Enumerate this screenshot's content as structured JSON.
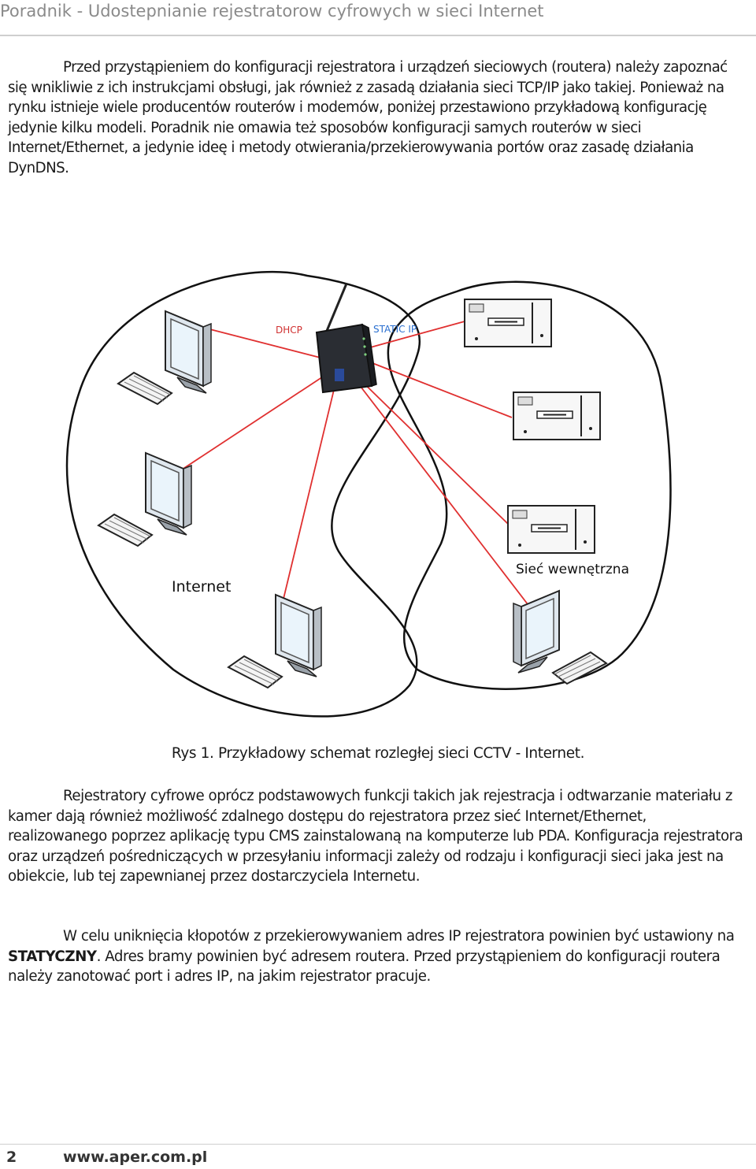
{
  "header": {
    "title": "Poradnik - Udostepnianie rejestratorow cyfrowych w sieci Internet"
  },
  "intro": {
    "text": "Przed przystąpieniem do konfiguracji rejestratora i urządzeń sieciowych (routera) należy zapoznać się wnikliwie z ich instrukcjami obsługi, jak również z zasadą działania sieci TCP/IP jako takiej. Ponieważ na rynku istnieje wiele producentów routerów i modemów, poniżej przestawiono przykładową konfigurację jedynie kilku modeli. Poradnik nie omawia też sposobów konfiguracji samych routerów w sieci Internet/Ethernet, a jedynie ideę i metody otwierania/przekierowywania portów oraz zasadę działania DynDNS."
  },
  "diagram": {
    "labels": {
      "dhcp": "DHCP",
      "static_ip": "STATIC IP",
      "internet": "Internet",
      "internal": "Sieć wewnętrzna"
    },
    "caption": "Rys 1. Przykładowy schemat rozległej sieci CCTV - Internet."
  },
  "body": {
    "p2": "Rejestratory cyfrowe oprócz podstawowych funkcji takich jak rejestracja i odtwarzanie materiału z kamer dają również możliwość zdalnego dostępu do rejestratora przez sieć Internet/Ethernet, realizowanego poprzez aplikację typu CMS zainstalowaną na komputerze lub PDA. Konfiguracja rejestratora oraz urządzeń pośredniczących w przesyłaniu informacji zależy od rodzaju i konfiguracji sieci jaka jest na obiekcie, lub tej zapewnianej przez dostarczyciela Internetu.",
    "p3_part1": "W celu uniknięcia kłopotów z przekierowywaniem adres IP rejestratora powinien być ustawiony na ",
    "p3_bold": "STATYCZNY",
    "p3_part2": ". Adres bramy powinien być adresem routera. Przed przystąpieniem do konfiguracji routera należy zanotować port i adres IP, na jakim rejestrator pracuje."
  },
  "footer": {
    "page_number": "2",
    "website": "www.aper.com.pl"
  },
  "colors": {
    "header_text": "#8a8a8a",
    "link_lines": "#e03030",
    "dhcp_label": "#d03030",
    "static_label": "#2a6fd0"
  }
}
